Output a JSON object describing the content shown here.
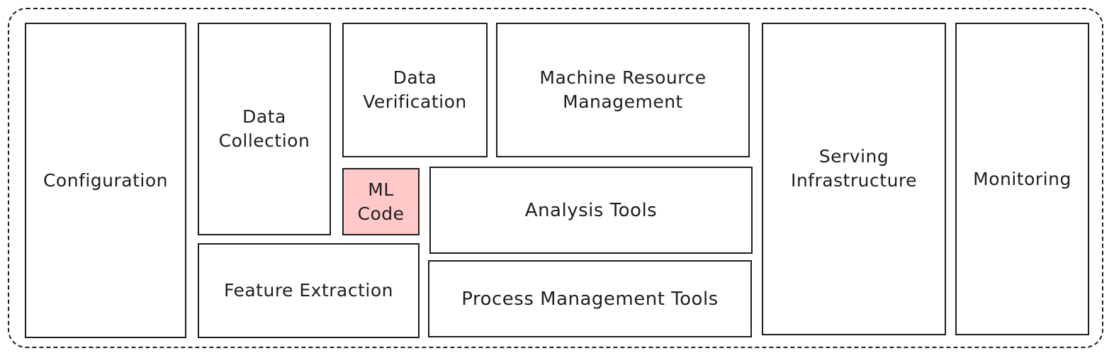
{
  "colors": {
    "stroke": "#1e1e1e",
    "highlight_fill": "#ffc9c9",
    "background": "#ffffff"
  },
  "diagram": {
    "boxes": {
      "configuration": "Configuration",
      "data_collection": "Data\nCollection",
      "data_verification": "Data\nVerification",
      "machine_resource_management": "Machine Resource\nManagement",
      "ml_code": "ML\nCode",
      "analysis_tools": "Analysis Tools",
      "feature_extraction": "Feature Extraction",
      "process_management_tools": "Process Management Tools",
      "serving_infrastructure": "Serving\nInfrastructure",
      "monitoring": "Monitoring"
    }
  }
}
